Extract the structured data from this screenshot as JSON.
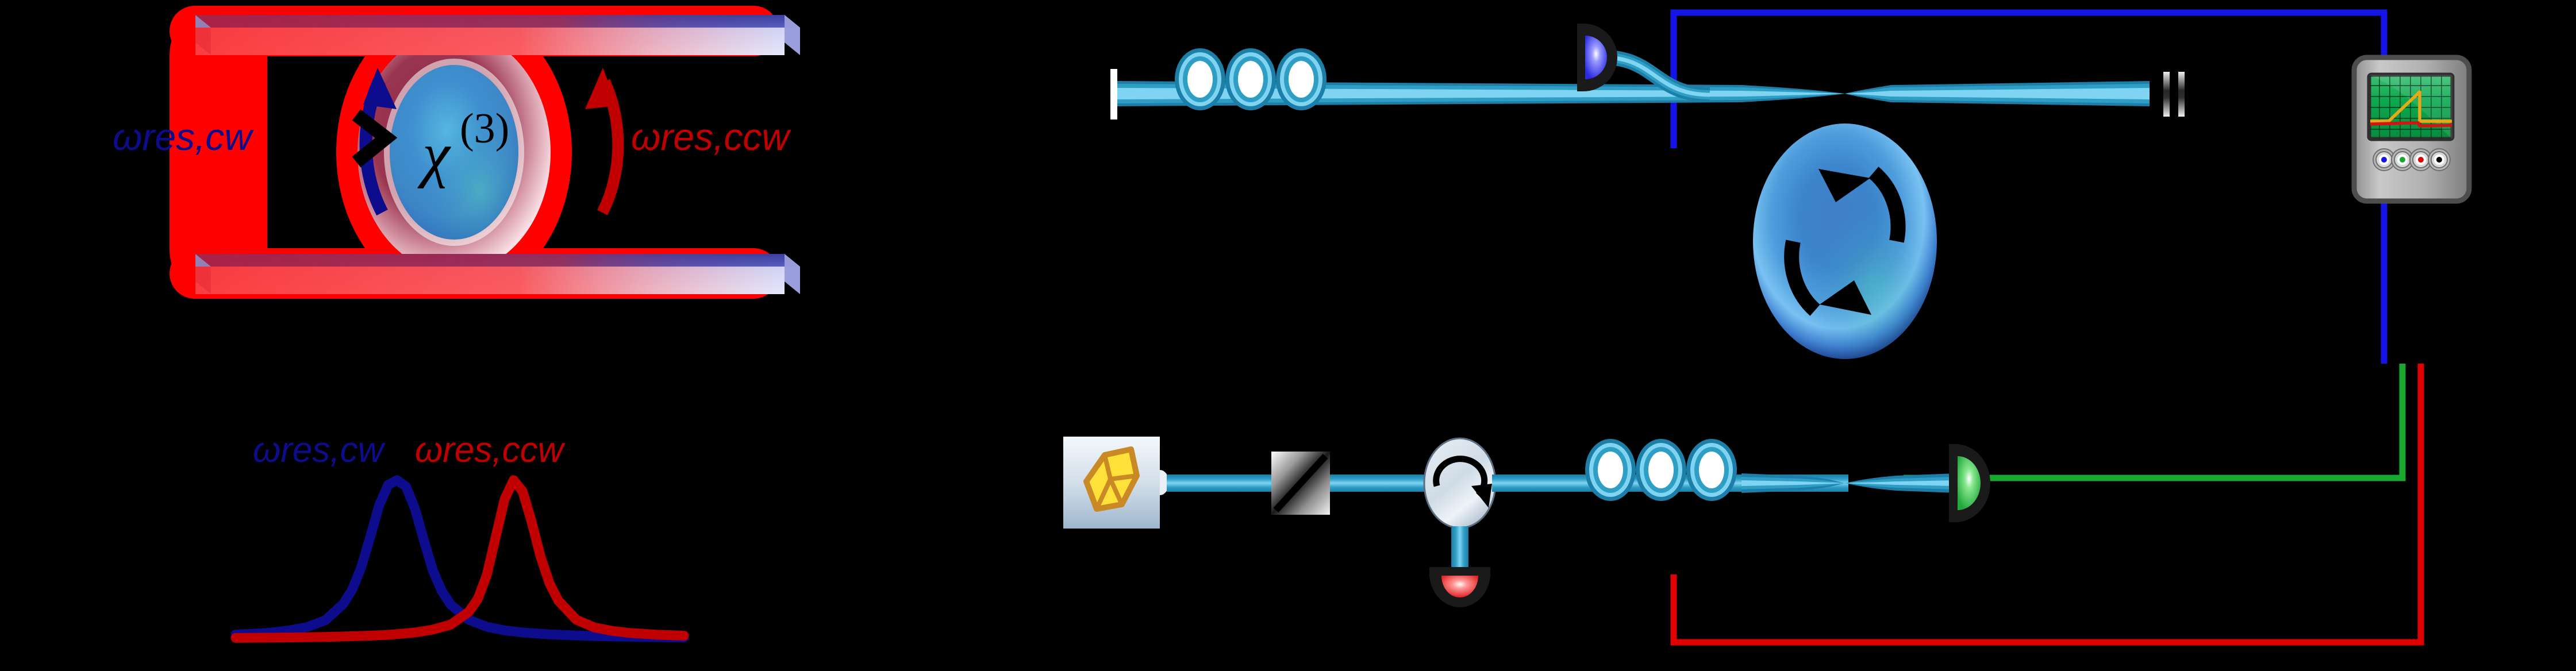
{
  "figure": {
    "background_color": "#000000",
    "panels": [
      "resonator-schematic",
      "resonance-spectra",
      "experimental-setup"
    ]
  },
  "panel_a": {
    "name": "Kerr nonlinear microresonator schematic",
    "chi_label": "χ",
    "chi_superscript": "(3)",
    "label_cw": "ωres,cw",
    "label_ccw": "ωres,ccw",
    "color_cw": "#0c0c8c",
    "color_ccw": "#c00000",
    "color_pump_glow": "#ff0000",
    "waveguide_top_name": "bus-waveguide-top",
    "waveguide_bottom_name": "bus-waveguide-bottom",
    "arrow_cw_dir": "counter-clockwise-on-left",
    "arrow_ccw_dir": "clockwise-on-right"
  },
  "panel_b": {
    "name": "Split resonance spectra"
  },
  "chart_data": {
    "type": "line",
    "title": "",
    "xlabel": "",
    "ylabel": "",
    "grid": false,
    "legend_position": "above-peaks",
    "xlim": [
      0,
      100
    ],
    "ylim": [
      0,
      1.05
    ],
    "annotations": [
      {
        "text": "ωres,cw",
        "x": 33,
        "color": "#0c0c8c"
      },
      {
        "text": "ωres,ccw",
        "x": 62,
        "color": "#c00000"
      }
    ],
    "series": [
      {
        "name": "ωres,cw",
        "color": "#0c0c8c",
        "center": 36,
        "width": 6.0,
        "peak": 1.0,
        "x": [
          0,
          4,
          8,
          12,
          16,
          20,
          24,
          26,
          28,
          30,
          32,
          34,
          36,
          38,
          40,
          42,
          44,
          46,
          48,
          52,
          56,
          60,
          64,
          70,
          80,
          90,
          100
        ],
        "y": [
          0.027,
          0.032,
          0.04,
          0.053,
          0.075,
          0.117,
          0.22,
          0.31,
          0.45,
          0.64,
          0.84,
          0.97,
          1.0,
          0.96,
          0.82,
          0.62,
          0.43,
          0.3,
          0.215,
          0.12,
          0.076,
          0.053,
          0.04,
          0.028,
          0.017,
          0.012,
          0.009
        ]
      },
      {
        "name": "ωres,ccw",
        "color": "#c00000",
        "center": 62,
        "width": 5.0,
        "peak": 1.0,
        "x": [
          0,
          10,
          20,
          28,
          34,
          40,
          44,
          48,
          52,
          54,
          56,
          58,
          60,
          62,
          64,
          66,
          68,
          70,
          72,
          76,
          80,
          84,
          88,
          94,
          100
        ],
        "y": [
          0.006,
          0.008,
          0.012,
          0.018,
          0.025,
          0.04,
          0.058,
          0.09,
          0.17,
          0.25,
          0.4,
          0.64,
          0.88,
          1.0,
          0.93,
          0.74,
          0.52,
          0.35,
          0.24,
          0.12,
          0.072,
          0.05,
          0.037,
          0.026,
          0.02
        ]
      }
    ]
  },
  "panel_c": {
    "name": "Fiber-taper coupled microsphere experimental setup",
    "components": [
      {
        "id": "laser",
        "label": "tunable-laser-source",
        "icon": "laser-crystal-icon"
      },
      {
        "id": "attenuator",
        "label": "variable-optical-attenuator",
        "icon": "attenuator-icon"
      },
      {
        "id": "circulator",
        "label": "optical-circulator",
        "icon": "circulator-arrow-icon"
      },
      {
        "id": "pol-ctrl-bottom",
        "label": "polarization-controller",
        "paddles": 3
      },
      {
        "id": "pol-ctrl-top",
        "label": "polarization-controller",
        "paddles": 3
      },
      {
        "id": "microsphere",
        "label": "microsphere-resonator",
        "arrows": "counter-propagating"
      },
      {
        "id": "pd-green",
        "label": "photodetector-transmission",
        "color": "#3cb54a"
      },
      {
        "id": "pd-red",
        "label": "photodetector-reflection",
        "color": "#ff2a2a"
      },
      {
        "id": "pd-blue",
        "label": "photodetector-backward",
        "color": "#4040ff"
      },
      {
        "id": "scope",
        "label": "oscilloscope"
      },
      {
        "id": "fiber-end-left",
        "label": "fiber-termination"
      },
      {
        "id": "fiber-end-right",
        "label": "fiber-termination"
      }
    ],
    "cables": [
      {
        "name": "blue-signal-cable",
        "color": "#1414e6",
        "from": "pd-blue",
        "to": "scope-ch1"
      },
      {
        "name": "green-signal-cable",
        "color": "#17a830",
        "from": "pd-green",
        "to": "scope-ch2"
      },
      {
        "name": "red-signal-cable",
        "color": "#e00000",
        "from": "pd-red",
        "to": "scope-ch3"
      }
    ],
    "fiber_color_core": "#7fd4f2",
    "fiber_color_clad": "#1d7ea8"
  },
  "oscilloscope": {
    "name": "oscilloscope",
    "screen_color": "#0aa04a",
    "grid_color": "#083f20",
    "bezel_color": "#a8a8a8",
    "traces": [
      {
        "name": "ramp-trace",
        "color": "#e8a917",
        "shape": "sawtooth"
      },
      {
        "name": "transmission-trace",
        "color": "#d41414",
        "shape": "flat-dip"
      }
    ],
    "connectors": [
      {
        "name": "bnc-ch1",
        "color": "#1414e6"
      },
      {
        "name": "bnc-ch2",
        "color": "#17a830"
      },
      {
        "name": "bnc-ch3",
        "color": "#e00000"
      },
      {
        "name": "bnc-ch4",
        "color": "#000000"
      }
    ],
    "grid_cols": 8,
    "grid_rows": 6
  }
}
